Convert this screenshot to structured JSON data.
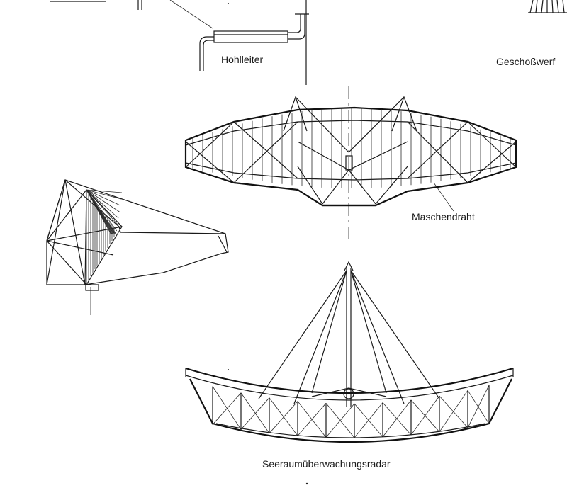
{
  "labels": {
    "hohlleiter": "Hohlleiter",
    "geschosswerfer": "Geschoßwerf",
    "maschendraht": "Maschendraht",
    "seeraum": "Seeraumüberwachungsradar"
  },
  "colors": {
    "ink": "#1a1a1a",
    "paper": "#ffffff"
  }
}
